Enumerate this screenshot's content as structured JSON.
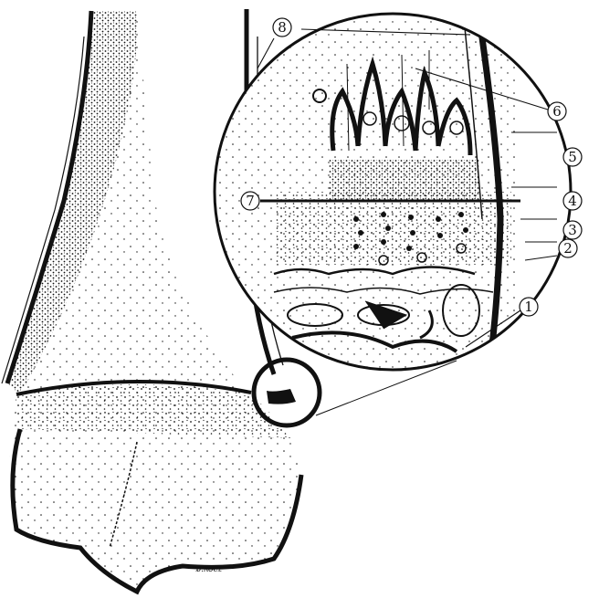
{
  "figure": {
    "signature": "ɒ.ʌʊcz",
    "callouts": [
      {
        "id": "1",
        "label": "1"
      },
      {
        "id": "2",
        "label": "2"
      },
      {
        "id": "3",
        "label": "3"
      },
      {
        "id": "4",
        "label": "4"
      },
      {
        "id": "5",
        "label": "5"
      },
      {
        "id": "6",
        "label": "6"
      },
      {
        "id": "7",
        "label": "7"
      },
      {
        "id": "8",
        "label": "8"
      }
    ],
    "ink_color": "#111111",
    "paper_color": "#ffffff"
  }
}
